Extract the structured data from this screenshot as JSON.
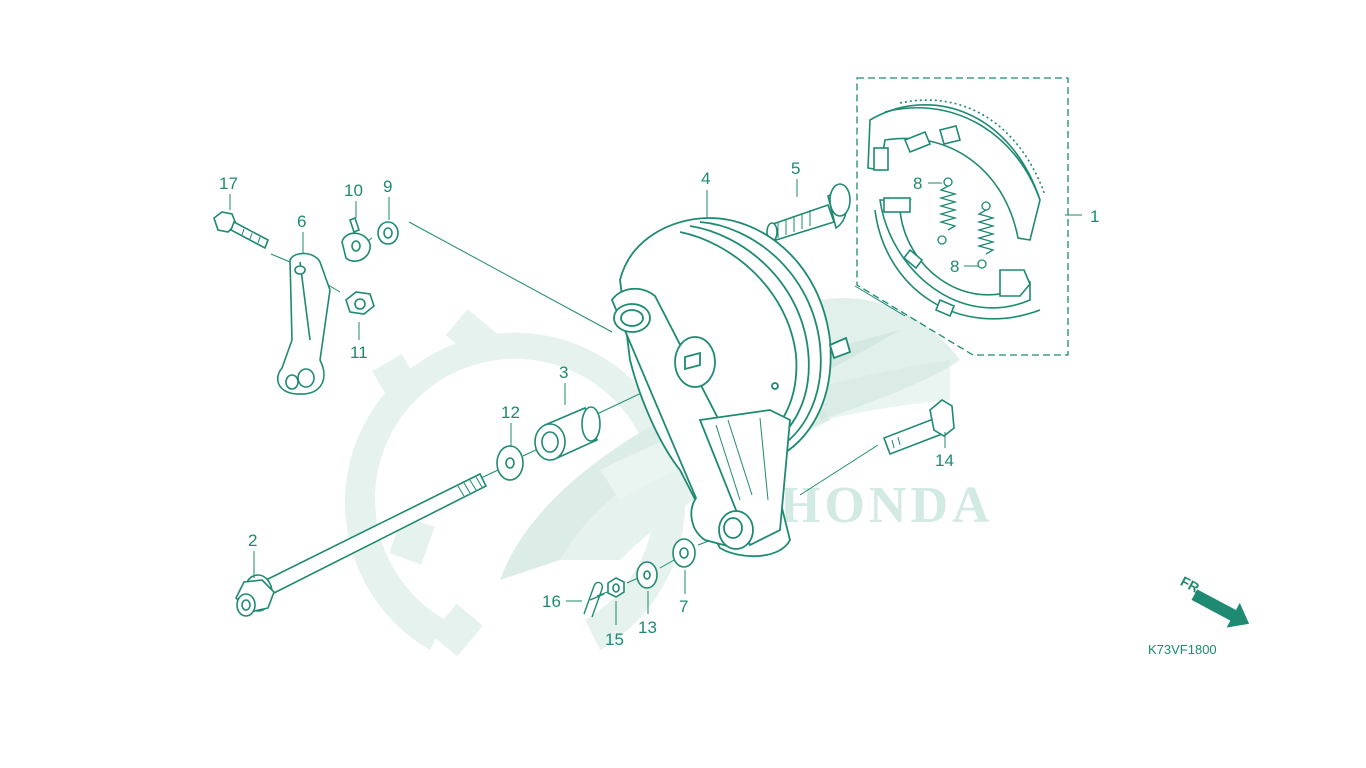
{
  "diagram": {
    "code": "K73VF1800",
    "front_marker": "FR.",
    "watermark_text": "HONDA",
    "accent_color": "#1e8a72",
    "watermark_color": "#cfe7e0",
    "callouts": {
      "p1": "1",
      "p2": "2",
      "p3": "3",
      "p4": "4",
      "p5": "5",
      "p6": "6",
      "p7": "7",
      "p8a": "8",
      "p8b": "8",
      "p9": "9",
      "p10": "10",
      "p11": "11",
      "p12": "12",
      "p13": "13",
      "p14": "14",
      "p15": "15",
      "p16": "16",
      "p17": "17"
    }
  }
}
